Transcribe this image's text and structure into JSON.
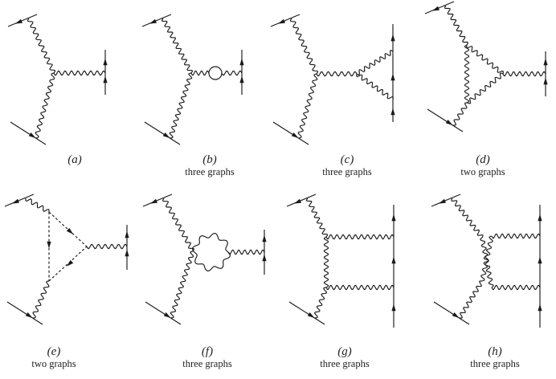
{
  "panels": [
    {
      "tag": "(a)",
      "caption": ""
    },
    {
      "tag": "(b)",
      "caption": "three graphs"
    },
    {
      "tag": "(c)",
      "caption": "three graphs"
    },
    {
      "tag": "(d)",
      "caption": "two graphs"
    },
    {
      "tag": "(e)",
      "caption": "two graphs"
    },
    {
      "tag": "(f)",
      "caption": "three graphs"
    },
    {
      "tag": "(g)",
      "caption": "three graphs"
    },
    {
      "tag": "(h)",
      "caption": "three graphs"
    }
  ]
}
